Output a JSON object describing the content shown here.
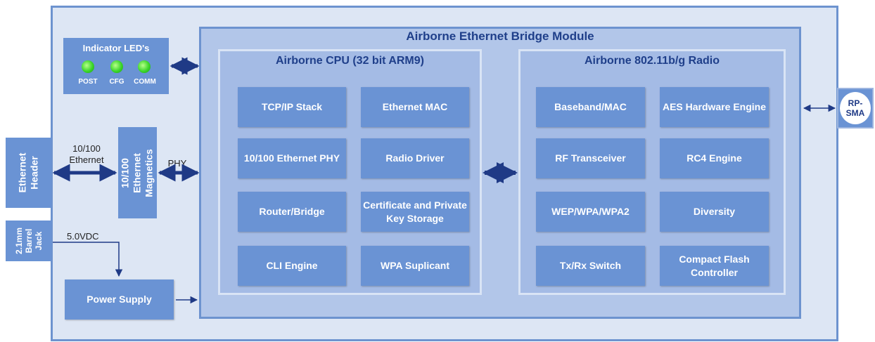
{
  "module": {
    "title": "Airborne Ethernet Bridge Module"
  },
  "cpu": {
    "title": "Airborne CPU (32 bit ARM9)",
    "blocks": [
      "TCP/IP Stack",
      "Ethernet MAC",
      "10/100 Ethernet PHY",
      "Radio Driver",
      "Router/Bridge",
      "Certificate and Private Key Storage",
      "CLI Engine",
      "WPA Suplicant"
    ]
  },
  "radio": {
    "title": "Airborne 802.11b/g Radio",
    "blocks": [
      "Baseband/MAC",
      "AES Hardware Engine",
      "RF Transceiver",
      "RC4 Engine",
      "WEP/WPA/WPA2",
      "Diversity",
      "Tx/Rx Switch",
      "Compact Flash Controller"
    ]
  },
  "leds": {
    "title": "Indicator LED's",
    "items": [
      "POST",
      "CFG",
      "COMM"
    ]
  },
  "left": {
    "ethernet_header": "Ethernet Header",
    "barrel_jack": "2.1mm Barrel Jack",
    "magnetics": "10/100 Ethernet Magnetics",
    "power_supply": "Power Supply"
  },
  "labels": {
    "ethernet_link": "10/100 Ethernet",
    "phy": "PHY",
    "vdc": "5.0VDC"
  },
  "antenna": "RP-SMA",
  "colors": {
    "block": "#6a93d4",
    "arrow": "#1f3a86",
    "border": "#6d93cf",
    "title": "#1f3f8a"
  }
}
